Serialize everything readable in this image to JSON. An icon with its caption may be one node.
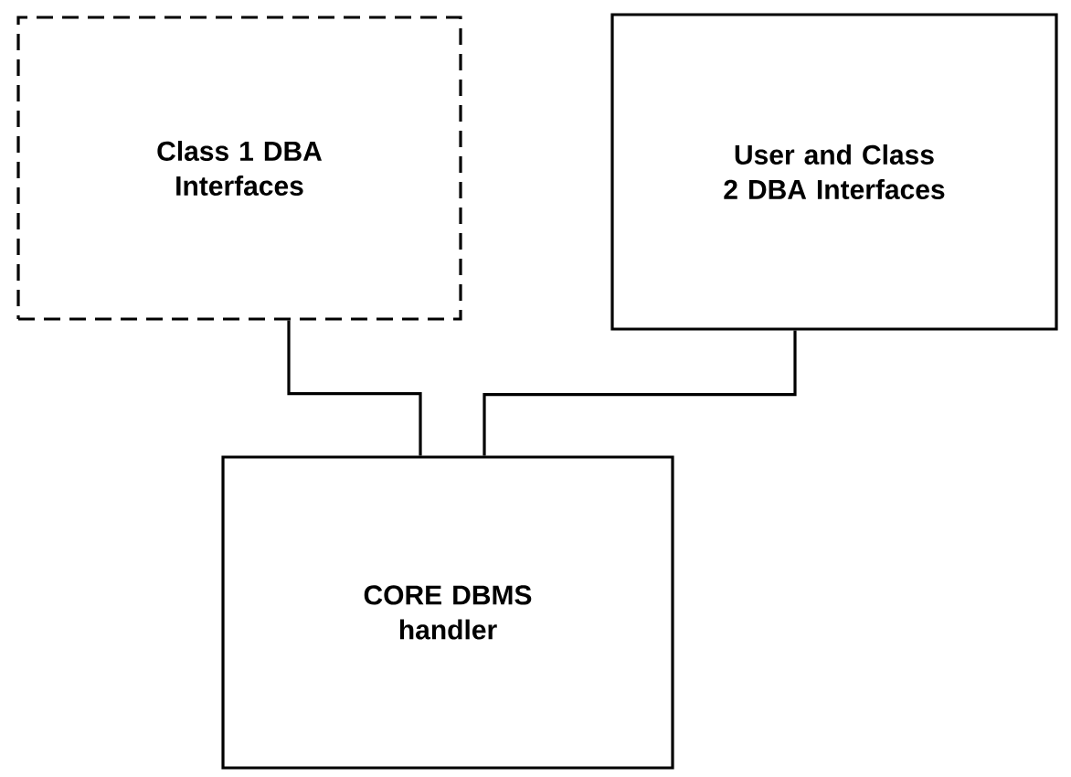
{
  "diagram": {
    "nodes": [
      {
        "text": [
          "Class 1 DBA Interfaces"
        ]
      },
      {
        "text": [
          "User and Class 2 DBA Interfaces"
        ]
      },
      {
        "text": [
          "CORE DBMS handler"
        ]
      }
    ],
    "edges": [
      {
        "from": 0,
        "to": 2,
        "arrow": "none"
      },
      {
        "from": 1,
        "to": 2,
        "arrow": "none"
      }
    ]
  }
}
